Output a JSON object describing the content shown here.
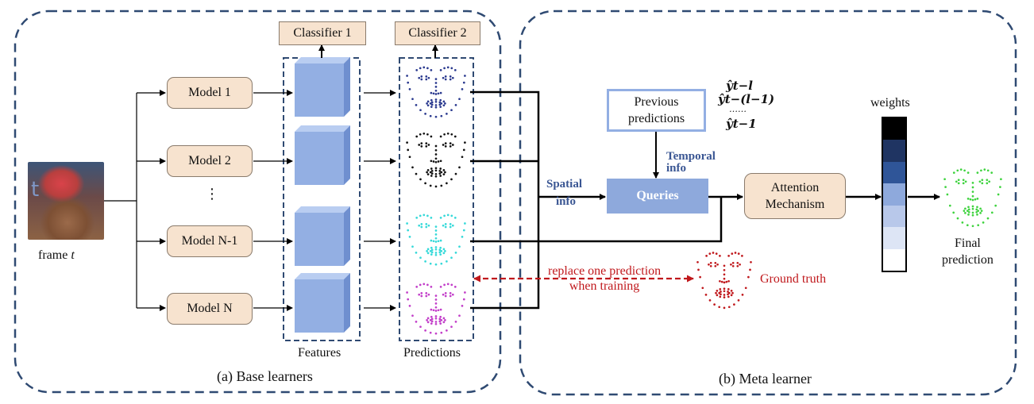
{
  "panels": {
    "base_caption": "(a) Base learners",
    "meta_caption": "(b) Meta learner"
  },
  "input": {
    "frame_prefix": "frame ",
    "frame_var": "t",
    "overlay_letter": "t"
  },
  "models": [
    "Model 1",
    "Model 2",
    "Model N-1",
    "Model N"
  ],
  "ellipsis": "⋮",
  "classifiers": [
    "Classifier 1",
    "Classifier 2"
  ],
  "features_label": "Features",
  "predictions_label": "Predictions",
  "spatial_info": [
    "Spatial",
    "info"
  ],
  "temporal_info": [
    "Temporal",
    "info"
  ],
  "previous_predictions": [
    "Previous",
    "predictions"
  ],
  "history_labels": [
    "ŷt−l",
    "ŷt−(l−1)",
    "……",
    "ŷt−1"
  ],
  "queries": "Queries",
  "attention": [
    "Attention",
    "Mechanism"
  ],
  "weights_label": "weights",
  "final_prediction": [
    "Final",
    "prediction"
  ],
  "replace_note": [
    "replace one prediction",
    "when training"
  ],
  "ground_truth": "Ground truth",
  "colors": {
    "panel_border": "#2f4a72",
    "model_fill": "#f7e3cf",
    "feature_front": "#93afe3",
    "queries_fill": "#8ea9dc",
    "accent_text": "#3a5693",
    "pred_colors": [
      "#2b3a8f",
      "#111111",
      "#36d9d9",
      "#c23ec9"
    ],
    "ground_truth": "#c0181c",
    "final": "#3fd33f",
    "weight_stack": [
      "#000000",
      "#1f3462",
      "#2f5598",
      "#8ea9dc",
      "#b8c8ea",
      "#dde5f5",
      "#ffffff"
    ]
  }
}
